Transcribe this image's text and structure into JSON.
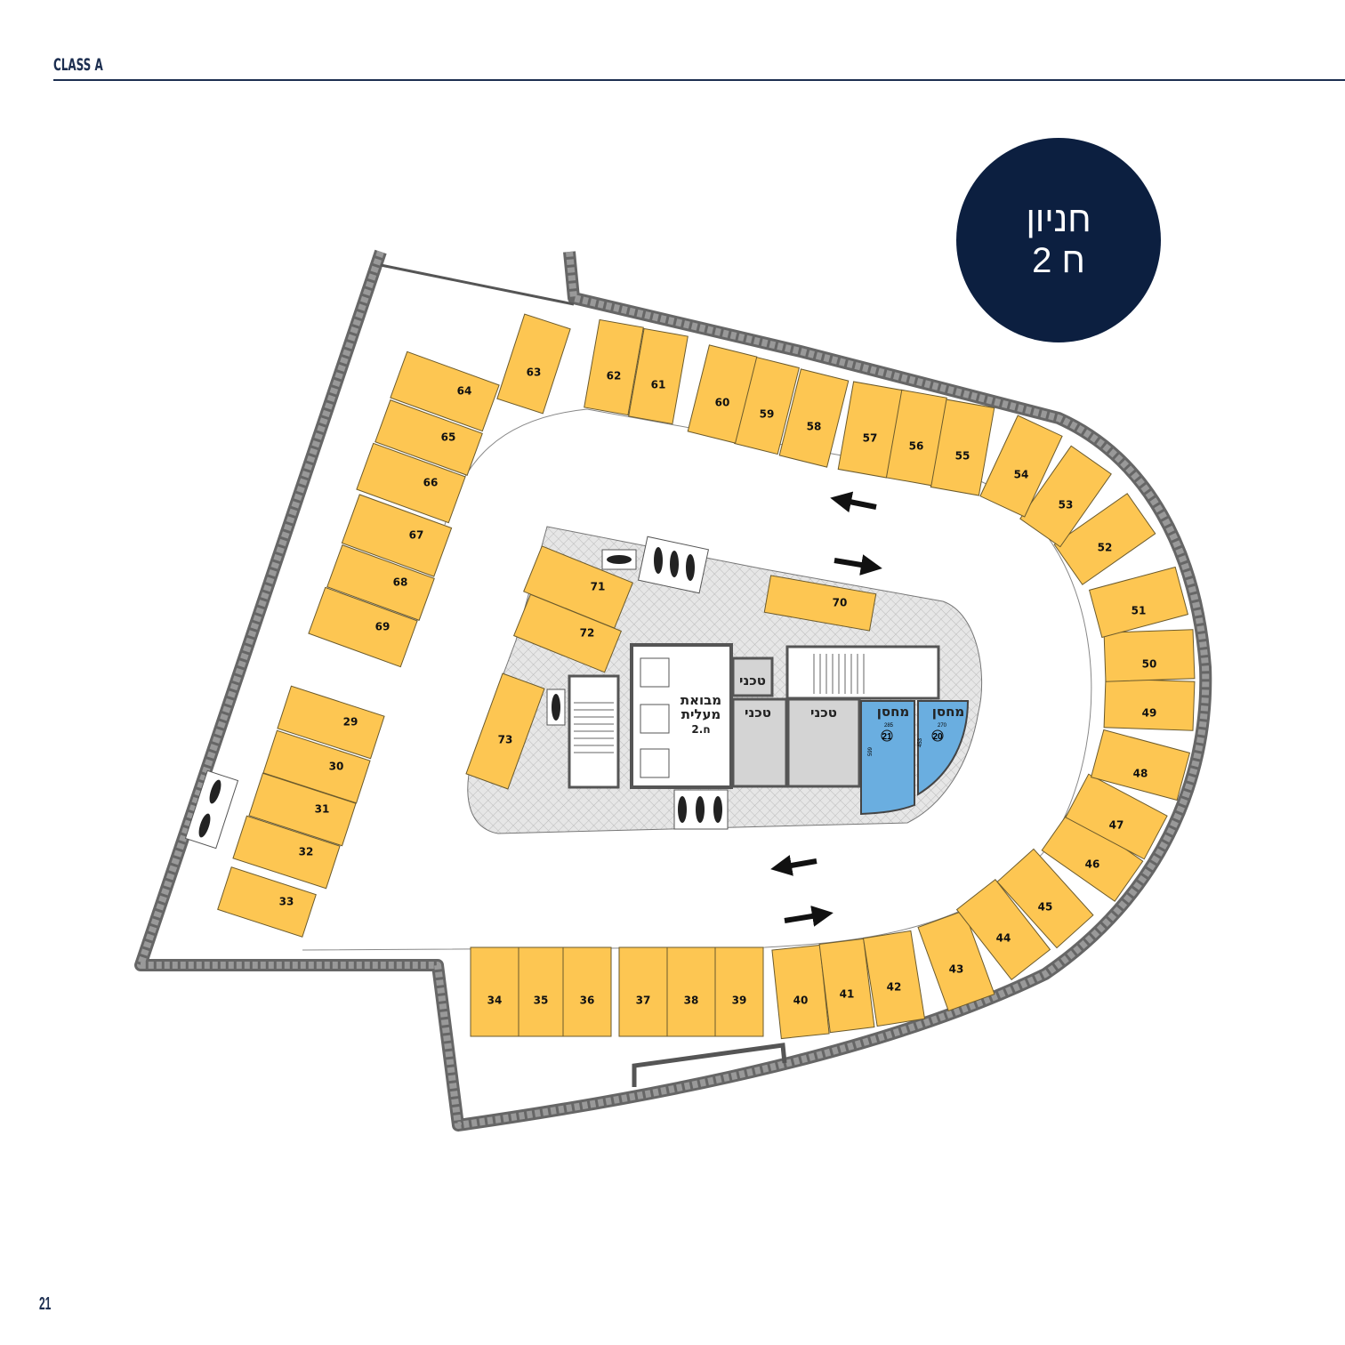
{
  "header": {
    "title": "CLASS A"
  },
  "page_number": "21",
  "floor_badge": {
    "line1": "חניון",
    "line2": "ח 2"
  },
  "colors": {
    "parking": "#fdc652",
    "storage": "#6aaee0",
    "technical": "#d4d4d4",
    "wall": "#6b6b6b",
    "badge": "#0c1f40",
    "accent": "#1c2e50"
  },
  "parking_spots": [
    "29",
    "30",
    "31",
    "32",
    "33",
    "34",
    "35",
    "36",
    "37",
    "38",
    "39",
    "40",
    "41",
    "42",
    "43",
    "44",
    "45",
    "46",
    "47",
    "48",
    "49",
    "50",
    "51",
    "52",
    "53",
    "54",
    "55",
    "56",
    "57",
    "58",
    "59",
    "60",
    "61",
    "62",
    "63",
    "64",
    "65",
    "66",
    "67",
    "68",
    "69",
    "70",
    "71",
    "72",
    "73"
  ],
  "core": {
    "elevator_lobby": {
      "line1": "מבואת",
      "line2": "מעלית",
      "line3": "ח.2"
    },
    "technical_rooms": [
      "טכני",
      "טכני",
      "טכני"
    ],
    "storage_rooms": [
      {
        "label": "מחסן",
        "number": "21",
        "width_dim": "285",
        "depth_dim": "599"
      },
      {
        "label": "מחסן",
        "number": "20",
        "width_dim": "270",
        "depth_dim": "453"
      }
    ]
  },
  "traffic_arrows": [
    "arrow-left",
    "arrow-right",
    "arrow-left",
    "arrow-right"
  ]
}
